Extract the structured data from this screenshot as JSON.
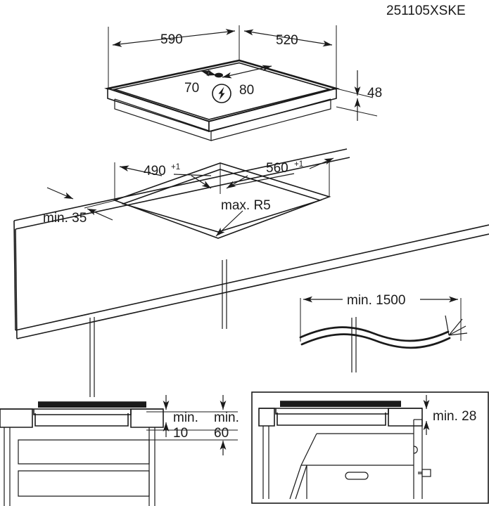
{
  "document": {
    "title": "251105XSKE",
    "type": "appliance-installation-drawing",
    "subject": "built-in hob installation dimensions"
  },
  "views": {
    "hob_overview": {
      "name": "hob-overview-view",
      "dimensions": {
        "width": "590",
        "depth": "520",
        "height": "48",
        "connection_offset_left": "70",
        "connection_offset_right": "80"
      },
      "icons": {
        "power": "electrical-connection-icon"
      }
    },
    "worktop_cutout": {
      "name": "worktop-cutout-view",
      "dimensions": {
        "cutout_depth": "490",
        "cutout_depth_tol": "+1",
        "cutout_width": "560",
        "cutout_width_tol": "+1",
        "corner_radius": "max. R5",
        "edge_distance": "min. 35"
      }
    },
    "cable": {
      "name": "mains-cable-view",
      "dimensions": {
        "length": "min. 1500"
      }
    },
    "section_drawer": {
      "name": "section-over-drawer-view",
      "dimensions": {
        "clearance_top": "min.",
        "clearance_top_value": "10",
        "clearance_cabinet": "min.",
        "clearance_cabinet_value": "60"
      }
    },
    "section_oven": {
      "name": "section-over-oven-view",
      "dimensions": {
        "clearance": "min. 28"
      }
    }
  },
  "colors": {
    "line": "#1a1a1a",
    "fill": "#ffffff",
    "background": "#ffffff"
  }
}
